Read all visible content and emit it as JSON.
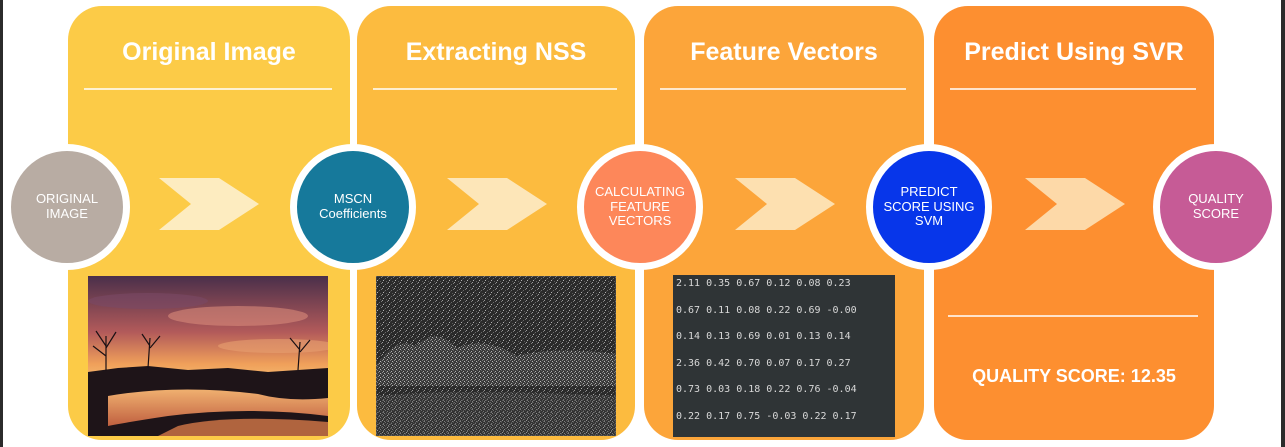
{
  "panels": [
    {
      "title": "Original Image"
    },
    {
      "title": "Extracting NSS"
    },
    {
      "title": "Feature Vectors"
    },
    {
      "title": "Predict Using SVR"
    }
  ],
  "steps": [
    {
      "line1": "ORIGINAL",
      "line2": "IMAGE",
      "color": "#b8aca3"
    },
    {
      "line1": "MSCN",
      "line2": "Coefficients",
      "color": "#16799b"
    },
    {
      "line1": "CALCULATING",
      "line2": "FEATURE",
      "line3": "VECTORS",
      "color": "#fd875a"
    },
    {
      "line1": "PREDICT",
      "line2": "SCORE USING",
      "line3": "SVM",
      "color": "#0736ea"
    },
    {
      "line1": "QUALITY",
      "line2": "SCORE",
      "color": "#c65b96"
    }
  ],
  "feature_rows": [
    "2.11 0.35 0.67 0.12 0.08 0.23",
    "0.67 0.11 0.08 0.22 0.69 -0.00",
    "0.14 0.13 0.69 0.01 0.13 0.14",
    "2.36 0.42 0.70 0.07 0.17 0.27",
    "0.73 0.03 0.18 0.22 0.76 -0.04",
    "0.22 0.17 0.75 -0.03 0.22 0.17"
  ],
  "result": {
    "score_text": "QUALITY SCORE: 12.35"
  },
  "colors": {
    "panel1": "#fccb47",
    "panel2": "#fcbb3f",
    "panel3": "#fca53a",
    "panel4": "#fd8f30"
  }
}
